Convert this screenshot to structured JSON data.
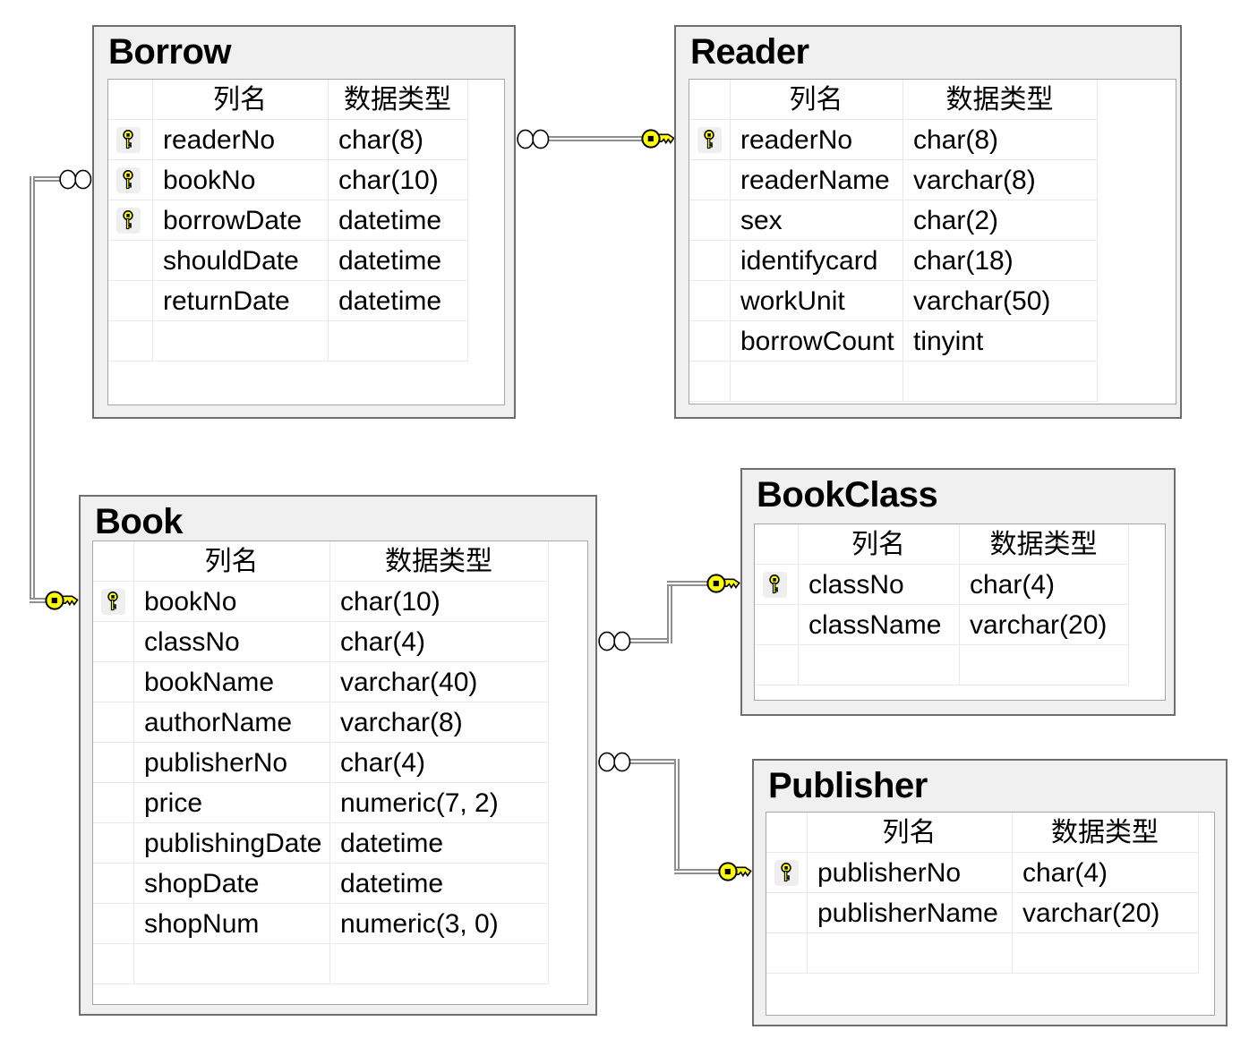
{
  "diagram": {
    "grid_headers": {
      "name": "列名",
      "type": "数据类型"
    },
    "tables": [
      {
        "name": "Borrow",
        "columns": [
          {
            "name": "readerNo",
            "type": "char(8)",
            "pk": true
          },
          {
            "name": "bookNo",
            "type": "char(10)",
            "pk": true
          },
          {
            "name": "borrowDate",
            "type": "datetime",
            "pk": true
          },
          {
            "name": "shouldDate",
            "type": "datetime",
            "pk": false
          },
          {
            "name": "returnDate",
            "type": "datetime",
            "pk": false
          }
        ]
      },
      {
        "name": "Reader",
        "columns": [
          {
            "name": "readerNo",
            "type": "char(8)",
            "pk": true
          },
          {
            "name": "readerName",
            "type": "varchar(8)",
            "pk": false
          },
          {
            "name": "sex",
            "type": "char(2)",
            "pk": false
          },
          {
            "name": "identifycard",
            "type": "char(18)",
            "pk": false
          },
          {
            "name": "workUnit",
            "type": "varchar(50)",
            "pk": false
          },
          {
            "name": "borrowCount",
            "type": "tinyint",
            "pk": false
          }
        ]
      },
      {
        "name": "Book",
        "columns": [
          {
            "name": "bookNo",
            "type": "char(10)",
            "pk": true
          },
          {
            "name": "classNo",
            "type": "char(4)",
            "pk": false
          },
          {
            "name": "bookName",
            "type": "varchar(40)",
            "pk": false
          },
          {
            "name": "authorName",
            "type": "varchar(8)",
            "pk": false
          },
          {
            "name": "publisherNo",
            "type": "char(4)",
            "pk": false
          },
          {
            "name": "price",
            "type": "numeric(7, 2)",
            "pk": false
          },
          {
            "name": "publishingDate",
            "type": "datetime",
            "pk": false
          },
          {
            "name": "shopDate",
            "type": "datetime",
            "pk": false
          },
          {
            "name": "shopNum",
            "type": "numeric(3, 0)",
            "pk": false
          }
        ]
      },
      {
        "name": "BookClass",
        "columns": [
          {
            "name": "classNo",
            "type": "char(4)",
            "pk": true
          },
          {
            "name": "className",
            "type": "varchar(20)",
            "pk": false
          }
        ]
      },
      {
        "name": "Publisher",
        "columns": [
          {
            "name": "publisherNo",
            "type": "char(4)",
            "pk": true
          },
          {
            "name": "publisherName",
            "type": "varchar(20)",
            "pk": false
          }
        ]
      }
    ],
    "relations": [
      {
        "many": "Borrow.readerNo",
        "one": "Reader.readerNo"
      },
      {
        "many": "Borrow.bookNo",
        "one": "Book.bookNo"
      },
      {
        "many": "Book.classNo",
        "one": "BookClass.classNo"
      },
      {
        "many": "Book.publisherNo",
        "one": "Publisher.publisherNo"
      }
    ],
    "colors": {
      "key_fill": "#ffff00",
      "frame_bg": "#f0f0f0",
      "window_border": "#6e6e6e",
      "grid_border": "#a6a6a6",
      "grid_line": "#e9e9e9",
      "connector": "#8f8f8f"
    }
  }
}
